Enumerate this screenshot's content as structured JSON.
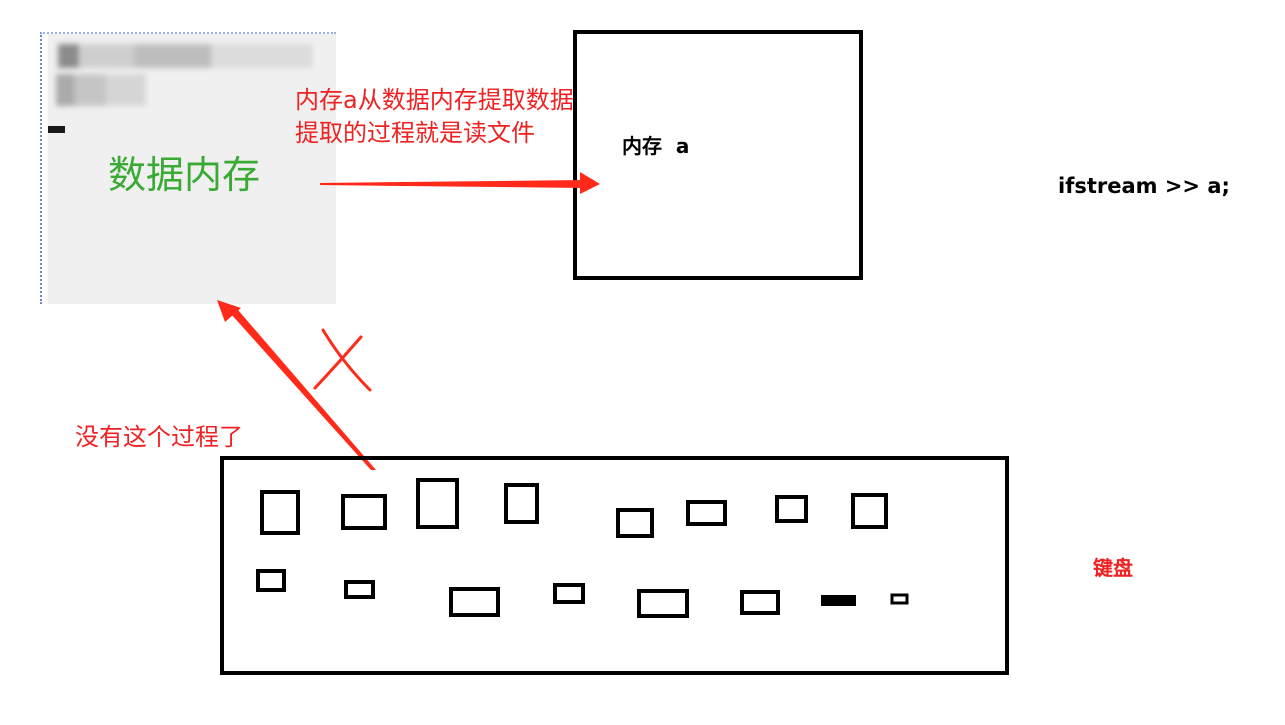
{
  "labels": {
    "data_memory": "数据内存",
    "memory_a": "内存  a",
    "read_note_line1": "内存a从数据内存提取数据",
    "read_note_line2": "提取的过程就是读文件",
    "code": "ifstream >> a;",
    "no_process_note": "没有这个过程了",
    "keyboard": "键盘"
  },
  "colors": {
    "arrow": "#ff2a1a",
    "note_text": "#ee2222",
    "data_memory_text": "#3aaa35",
    "outline": "#000000"
  },
  "icons": {
    "cross_mark": "cross-icon"
  }
}
